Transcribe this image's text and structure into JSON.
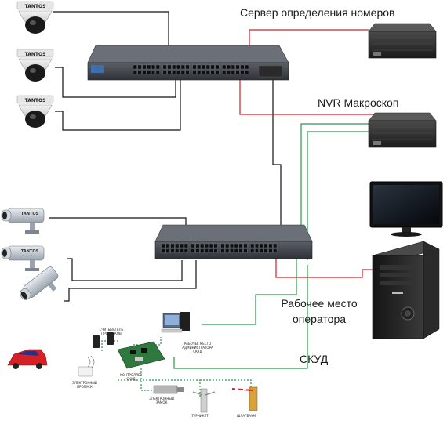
{
  "labels": {
    "server_caller_id": "Сервер определения номеров",
    "nvr": "NVR Макроскоп",
    "workstation_line1": "Рабочее место",
    "workstation_line2": "оператора",
    "access_control": "СКУД"
  },
  "camera_brand": "TANTOS",
  "skud_small_labels": {
    "card_reader": "СЧИТЫВАТЕЛЬ ПРОПУСКОВ",
    "admin_workstation": "РАБОЧЕЕ МЕСТО АДМИНИСТРАТОРА СКУД",
    "electronic_pass": "ЭЛЕКТРОННЫЙ ПРОПУСК",
    "controller": "КОНТРОЛЛЕР СКУД",
    "electronic_lock": "ЭЛЕКТРОННЫЙ ЗАМОК",
    "turnstile": "ТУРНИКЕТ",
    "barrier": "ШЛАГБАУМ"
  },
  "colors": {
    "link_black": "#111111",
    "link_red": "#d0202a",
    "link_green": "#2a9a4a",
    "switch_body": "#3a3d42",
    "server_body": "#2b2b2b"
  }
}
